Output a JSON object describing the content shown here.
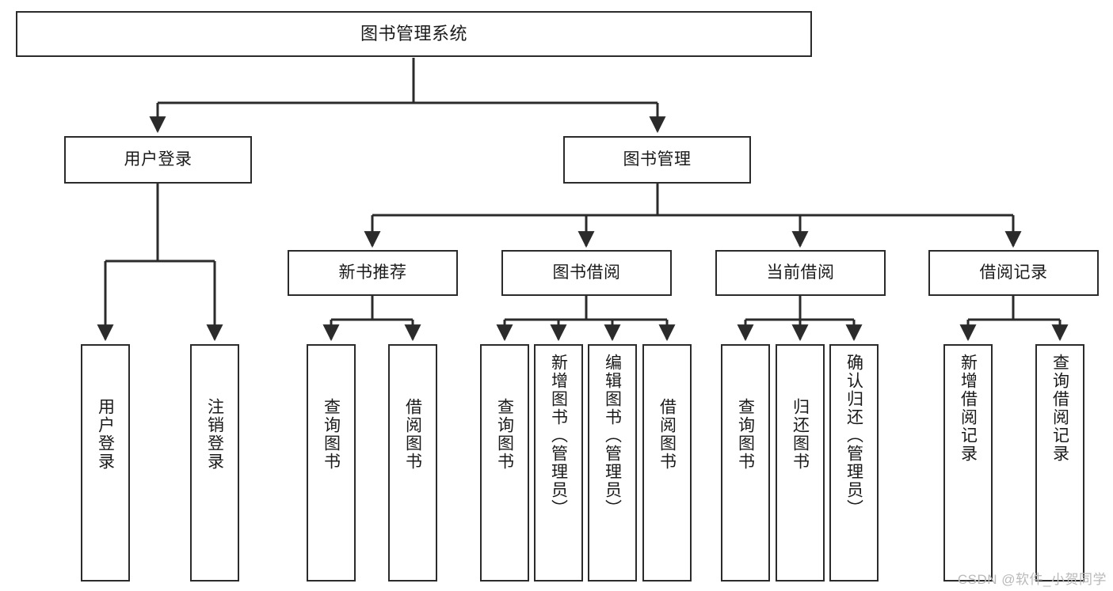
{
  "diagram": {
    "title": "图书管理系统",
    "type": "tree-hierarchy-chart",
    "watermark": "CSDN @软件_小贺同学",
    "colors": {
      "box_border": "#2b2b2b",
      "box_fill": "#ffffff",
      "connector": "#2b2b2b",
      "background": "#ffffff",
      "watermark": "#b9b9b9"
    },
    "nodes": {
      "root": {
        "label": "图书管理系统"
      },
      "level2": [
        {
          "id": "user-login",
          "label": "用户登录"
        },
        {
          "id": "book-manage",
          "label": "图书管理"
        }
      ],
      "level3": [
        {
          "id": "new-book-recommend",
          "label": "新书推荐"
        },
        {
          "id": "book-borrow",
          "label": "图书借阅"
        },
        {
          "id": "current-borrow",
          "label": "当前借阅"
        },
        {
          "id": "borrow-record",
          "label": "借阅记录"
        }
      ],
      "leaves": {
        "user-login": [
          {
            "id": "leaf-user-login",
            "label": "用户登录"
          },
          {
            "id": "leaf-user-logout",
            "label": "注销登录"
          }
        ],
        "new-book-recommend": [
          {
            "id": "leaf-query-book-1",
            "label": "查询图书"
          },
          {
            "id": "leaf-borrow-book-1",
            "label": "借阅图书"
          }
        ],
        "book-borrow": [
          {
            "id": "leaf-query-book-2",
            "label": "查询图书"
          },
          {
            "id": "leaf-add-book",
            "label": "新增图书（管理员）"
          },
          {
            "id": "leaf-edit-book",
            "label": "编辑图书（管理员）"
          },
          {
            "id": "leaf-borrow-book-2",
            "label": "借阅图书"
          }
        ],
        "current-borrow": [
          {
            "id": "leaf-query-book-3",
            "label": "查询图书"
          },
          {
            "id": "leaf-return-book",
            "label": "归还图书"
          },
          {
            "id": "leaf-confirm-return",
            "label": "确认归还（管理员）"
          }
        ],
        "borrow-record": [
          {
            "id": "leaf-add-record",
            "label": "新增借阅记录"
          },
          {
            "id": "leaf-query-record",
            "label": "查询借阅记录"
          }
        ]
      }
    }
  }
}
